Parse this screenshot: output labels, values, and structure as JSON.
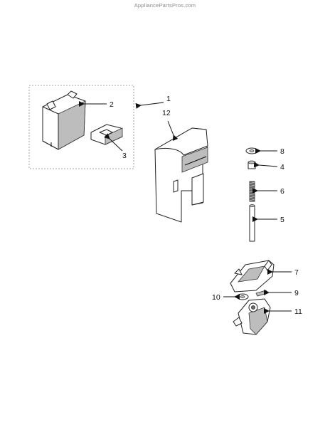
{
  "watermark": "AppliancePartsPros.com",
  "callouts": {
    "c1": "1",
    "c2": "2",
    "c3": "3",
    "c4": "4",
    "c5": "5",
    "c6": "6",
    "c7": "7",
    "c8": "8",
    "c9": "9",
    "c10": "10",
    "c11": "11",
    "c12": "12"
  }
}
